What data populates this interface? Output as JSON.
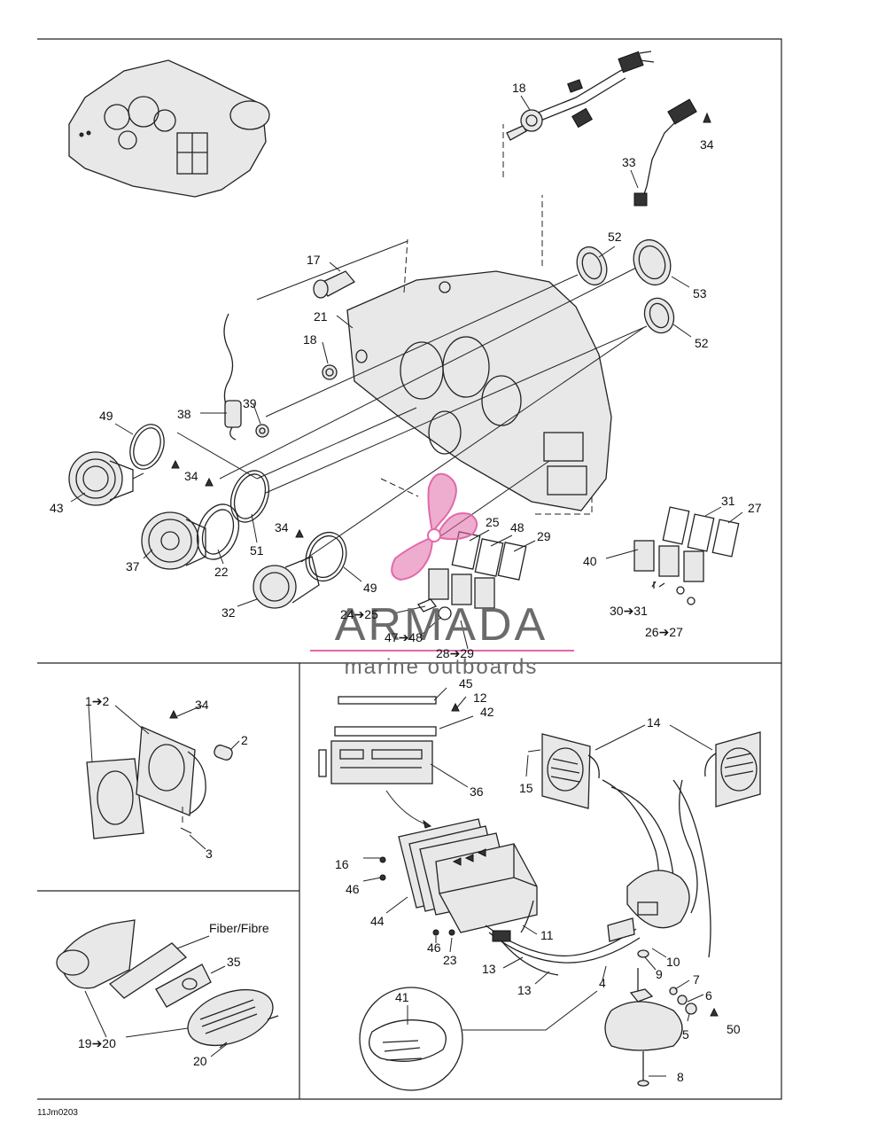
{
  "figure_code": "11Jm0203",
  "watermark": {
    "brand": "ARMADA",
    "tagline": "marine outboards",
    "color": "#e06aa8"
  },
  "callouts": {
    "c18a": "18",
    "c34a": "34",
    "c33": "33",
    "c17": "17",
    "c52a": "52",
    "c53": "53",
    "c52b": "52",
    "c21": "21",
    "c18b": "18",
    "c38": "38",
    "c39": "39",
    "c49a": "49",
    "c34b": "34",
    "c43": "43",
    "c37": "37",
    "c22": "22",
    "c51": "51",
    "c34c": "34",
    "c49b": "49",
    "c32": "32",
    "c25": "25",
    "c48": "48",
    "c29": "29",
    "c31": "31",
    "c27": "27",
    "c40": "40",
    "c24_25": "24➔25",
    "c47_48": "47➔48",
    "c28_29": "28➔29",
    "c30_31": "30➔31",
    "c26_27": "26➔27",
    "c1_2": "1➔2",
    "c34d": "34",
    "c2": "2",
    "c3": "3",
    "fiber": "Fiber/Fibre",
    "c35": "35",
    "c19_20": "19➔20",
    "c20": "20",
    "c45": "45",
    "c12": "12",
    "c42": "42",
    "c36": "36",
    "c14": "14",
    "c15": "15",
    "c16": "16",
    "c46a": "46",
    "c44": "44",
    "c46b": "46",
    "c23": "23",
    "c11": "11",
    "c13a": "13",
    "c13b": "13",
    "c4": "4",
    "c10": "10",
    "c9": "9",
    "c7": "7",
    "c6": "6",
    "c5": "5",
    "c50": "50",
    "c41": "41",
    "c8": "8"
  }
}
